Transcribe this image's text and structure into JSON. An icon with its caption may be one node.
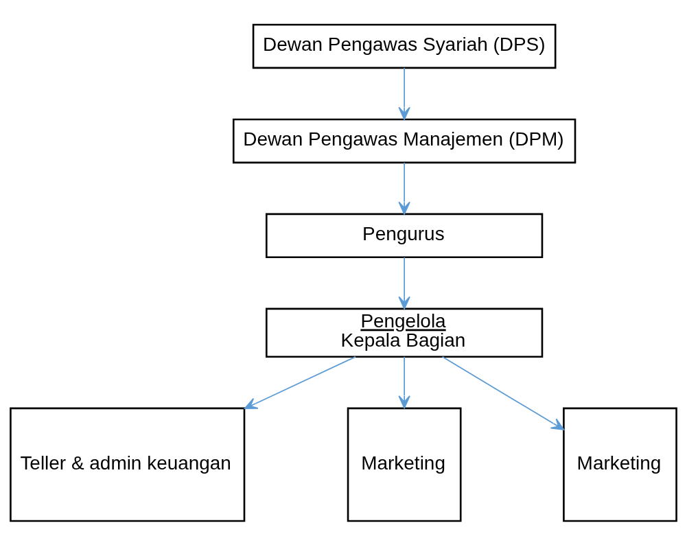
{
  "diagram": {
    "nodes": [
      {
        "text": [
          "Dewan Pengawas Syariah (DPS)"
        ]
      },
      {
        "text": [
          "Dewan Pengawas Manajemen (DPM)"
        ]
      },
      {
        "text": [
          "Pengurus"
        ]
      },
      {
        "text": [
          "Pengelola",
          "Kepala Bagian"
        ]
      },
      {
        "text": [
          "Teller & admin keuangan"
        ]
      },
      {
        "text": [
          "Marketing"
        ]
      },
      {
        "text": [
          "Marketing"
        ]
      }
    ],
    "edges": [
      {
        "from": 0,
        "to": 1,
        "arrow": "to"
      },
      {
        "from": 1,
        "to": 2,
        "arrow": "to"
      },
      {
        "from": 2,
        "to": 3,
        "arrow": "to"
      },
      {
        "from": 3,
        "to": 4,
        "arrow": "to"
      },
      {
        "from": 3,
        "to": 5,
        "arrow": "to"
      },
      {
        "from": 3,
        "to": 6,
        "arrow": "to"
      }
    ]
  }
}
